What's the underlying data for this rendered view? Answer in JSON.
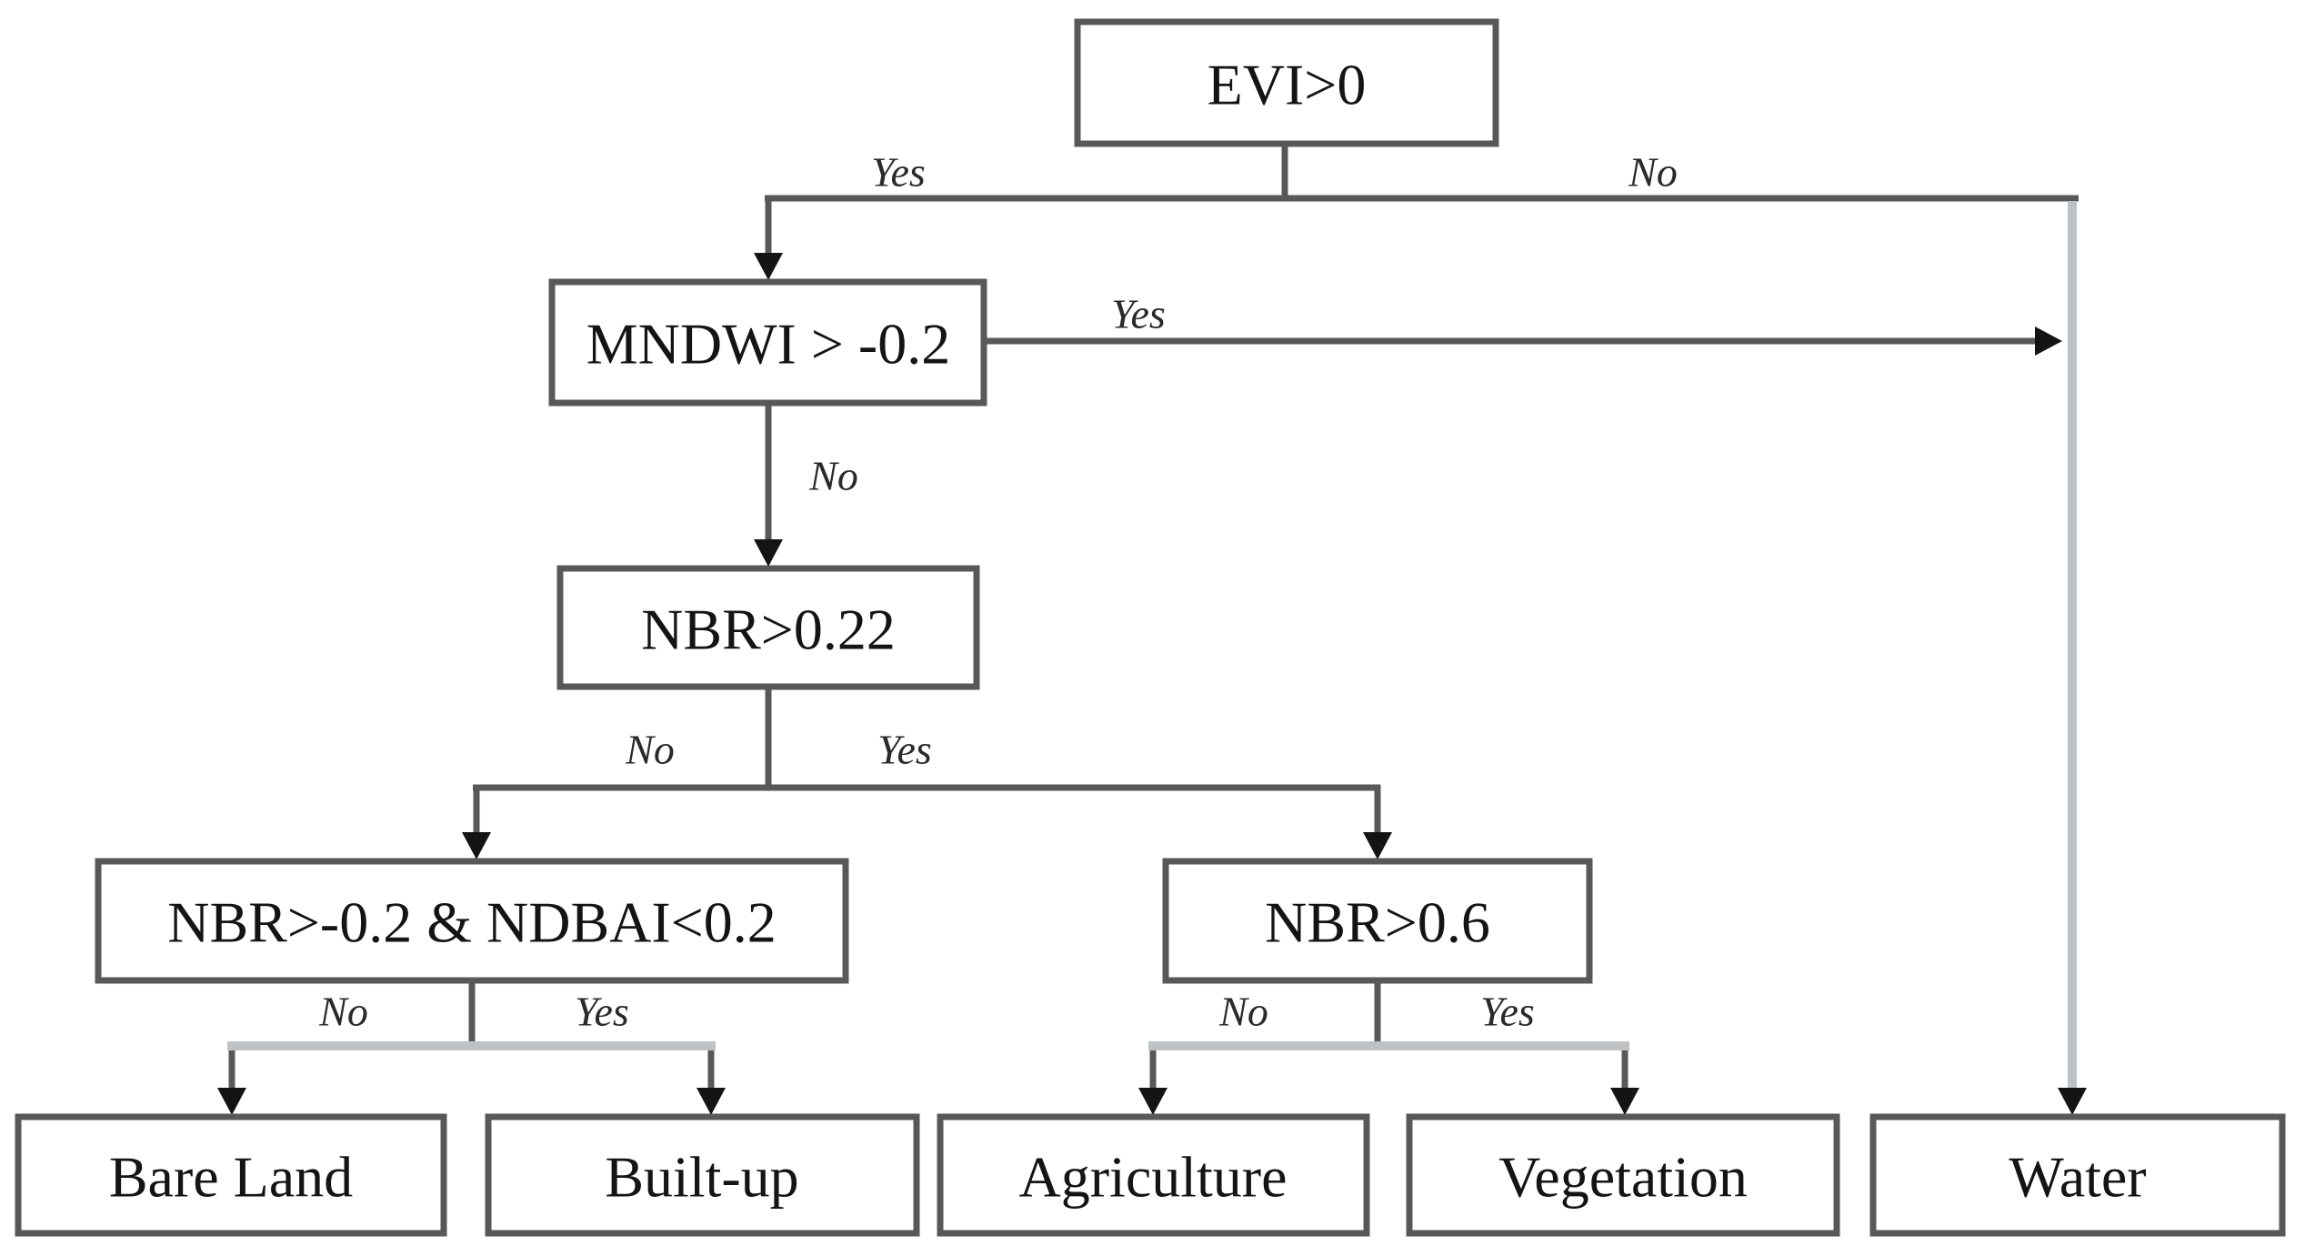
{
  "diagram": {
    "kind": "decision-tree-flowchart",
    "background": "#ffffff",
    "colors": {
      "box_border": "#585858",
      "line_dark": "#585858",
      "line_light": "#bfc2c4",
      "arrow": "#141414",
      "text": "#141414"
    },
    "nodes": {
      "root": "EVI>0",
      "mndwi": "MNDWI > -0.2",
      "nbr022": "NBR>0.22",
      "nbr_ndbai": "NBR>-0.2 & NDBAI<0.2",
      "nbr06": "NBR>0.6",
      "bare_land": "Bare Land",
      "built_up": "Built-up",
      "agriculture": "Agriculture",
      "vegetation": "Vegetation",
      "water": "Water"
    },
    "edge_labels": {
      "root_yes": "Yes",
      "root_no": "No",
      "mndwi_yes": "Yes",
      "mndwi_no": "No",
      "nbr022_no": "No",
      "nbr022_yes": "Yes",
      "nbr_ndbai_no": "No",
      "nbr_ndbai_yes": "Yes",
      "nbr06_no": "No",
      "nbr06_yes": "Yes"
    },
    "edges": [
      {
        "from": "EVI>0",
        "label": "Yes",
        "to": "MNDWI > -0.2"
      },
      {
        "from": "EVI>0",
        "label": "No",
        "to": "Water"
      },
      {
        "from": "MNDWI > -0.2",
        "label": "Yes",
        "to": "Water"
      },
      {
        "from": "MNDWI > -0.2",
        "label": "No",
        "to": "NBR>0.22"
      },
      {
        "from": "NBR>0.22",
        "label": "No",
        "to": "NBR>-0.2 & NDBAI<0.2"
      },
      {
        "from": "NBR>0.22",
        "label": "Yes",
        "to": "NBR>0.6"
      },
      {
        "from": "NBR>-0.2 & NDBAI<0.2",
        "label": "No",
        "to": "Bare Land"
      },
      {
        "from": "NBR>-0.2 & NDBAI<0.2",
        "label": "Yes",
        "to": "Built-up"
      },
      {
        "from": "NBR>0.6",
        "label": "No",
        "to": "Agriculture"
      },
      {
        "from": "NBR>0.6",
        "label": "Yes",
        "to": "Vegetation"
      }
    ]
  }
}
